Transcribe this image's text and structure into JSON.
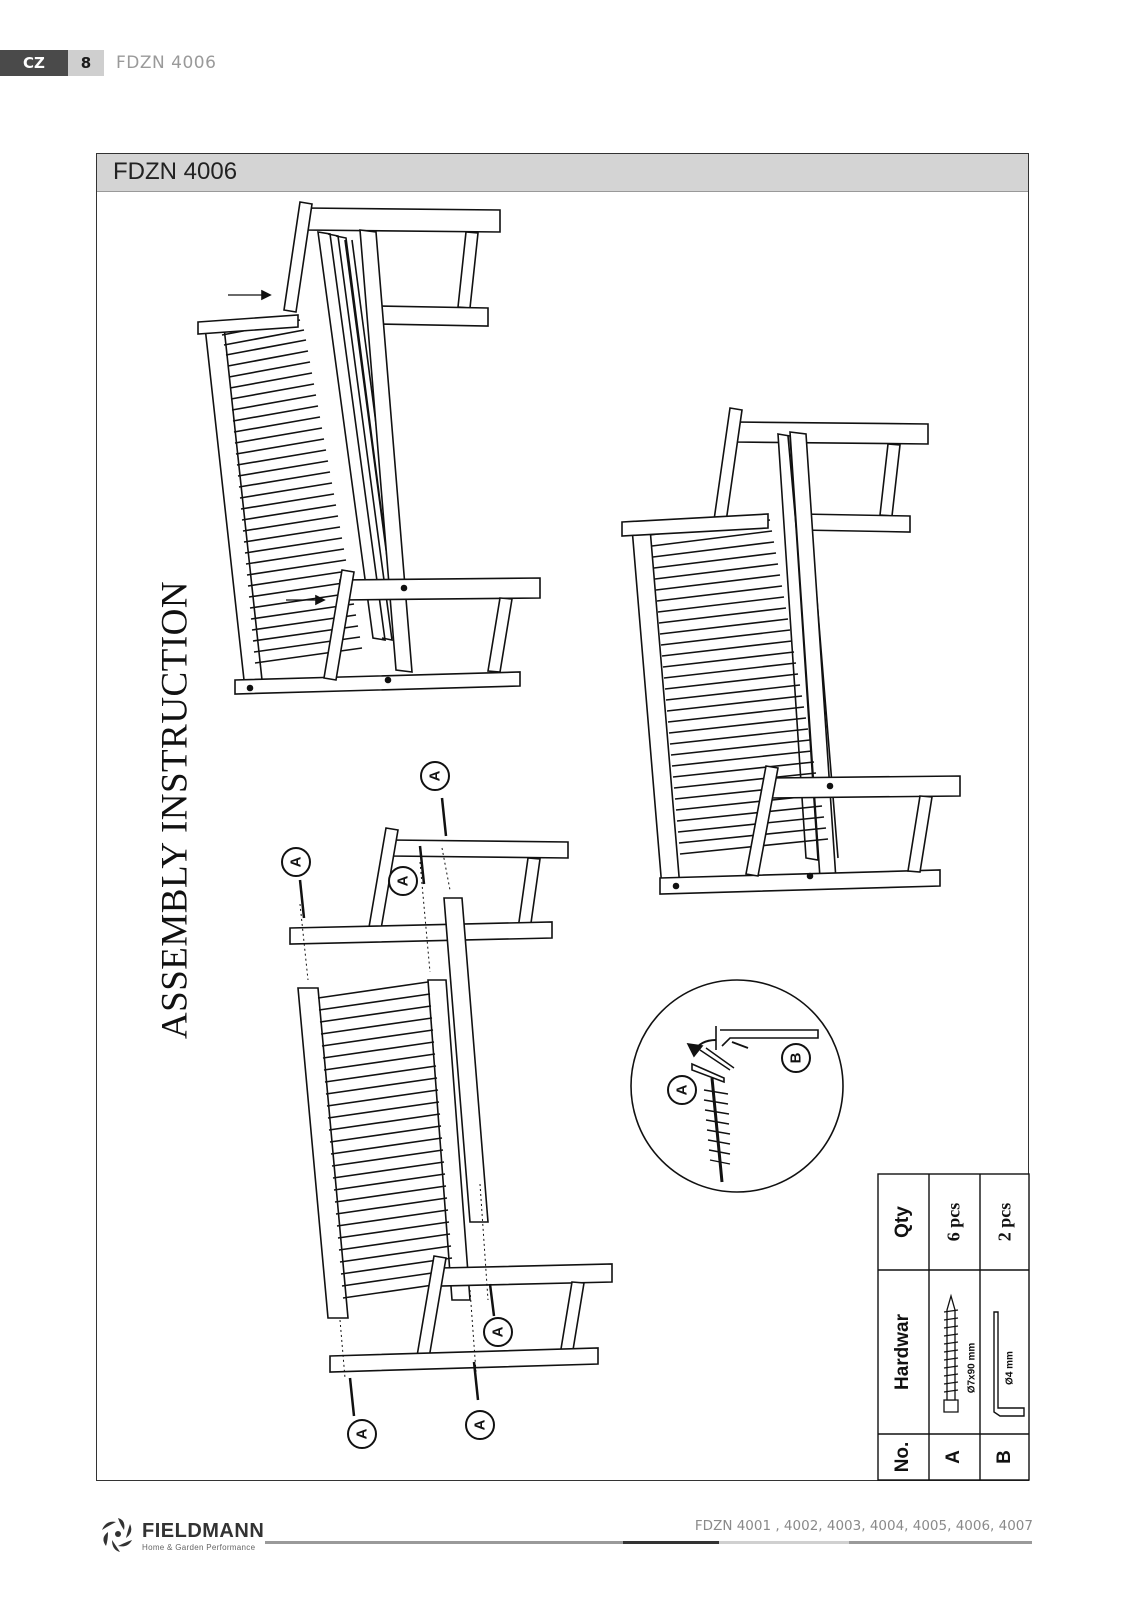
{
  "header": {
    "lang": "CZ",
    "page": "8",
    "model": "FDZN 4006"
  },
  "frame": {
    "title": "FDZN 4006",
    "heading": "ASSEMBLY INSTRUCTION"
  },
  "callouts": {
    "screw": "A",
    "key": "B"
  },
  "hardware_table": {
    "headers": {
      "no": "No.",
      "hardware": "Hardwar",
      "qty": "Qty"
    },
    "rows": [
      {
        "no": "A",
        "spec": "Ø7x90 mm",
        "qty": "6 pcs",
        "icon": "screw-icon"
      },
      {
        "no": "B",
        "spec": "Ø4 mm",
        "qty": "2 pcs",
        "icon": "allen-key-icon"
      }
    ]
  },
  "footer": {
    "brand": "FIELDMANN",
    "tagline": "Home & Garden Performance",
    "models": "FDZN 4001 , 4002, 4003, 4004, 4005, 4006, 4007",
    "colors": {
      "dark": "#333333",
      "mid": "#9a9a9a",
      "light": "#d0d0d0"
    }
  }
}
